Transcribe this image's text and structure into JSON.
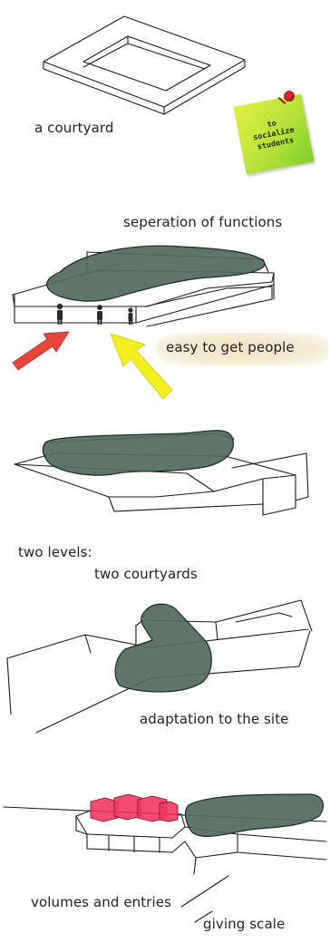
{
  "labels": {
    "courtyard": "a courtyard",
    "separation": "seperation of functions",
    "easy": "easy to get people",
    "two_levels": "two levels:",
    "two_courtyards": "two courtyards",
    "adaptation": "adaptation to the site",
    "volumes": "volumes and entries",
    "scale": "giving scale"
  },
  "sticky_note": {
    "text": "to\nsocialize\nstudents"
  },
  "colors": {
    "ink": "#222222",
    "mass": "#4e6a5e",
    "red_arrow": "#e8443a",
    "yellow_arrow": "#f4f01e",
    "pink_volumes": "#f2385f",
    "note": "#c4e83a",
    "pin": "#d8252e"
  }
}
